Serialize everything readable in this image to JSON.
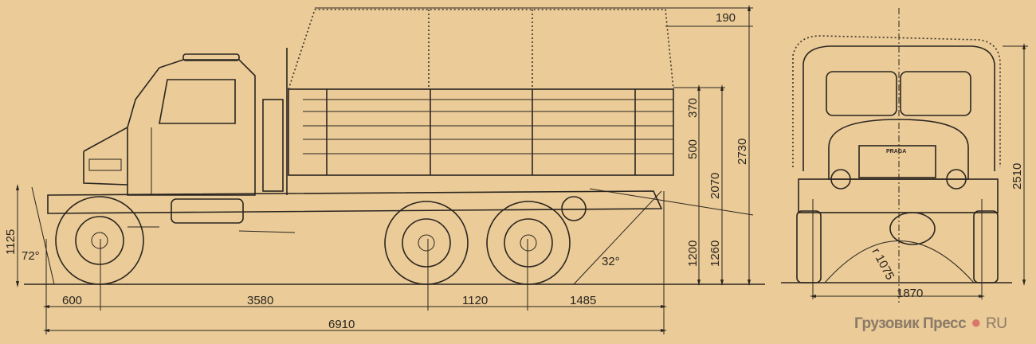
{
  "drawing": {
    "side_view": {
      "dimensions": {
        "front_overhang": "600",
        "wheelbase_front": "3580",
        "rear_axle_spacing": "1120",
        "rear_overhang": "1485",
        "overall_length": "6910",
        "tow_height": "1125",
        "approach_angle": "72°",
        "departure_angle": "32°",
        "tarp_extra": "190",
        "side_upper": "370",
        "side_lower": "500",
        "bed_top_height": "2070",
        "floor_height": "1200",
        "frame_height": "1260",
        "overall_height": "2730"
      }
    },
    "front_view": {
      "grille_logo": "PRAGA",
      "dimensions": {
        "height": "2510",
        "track": "1870",
        "radius": "r 1075"
      }
    }
  },
  "watermark": {
    "name": "Грузовик Пресс",
    "suffix": "RU",
    "dot_color": "#d9776a"
  }
}
